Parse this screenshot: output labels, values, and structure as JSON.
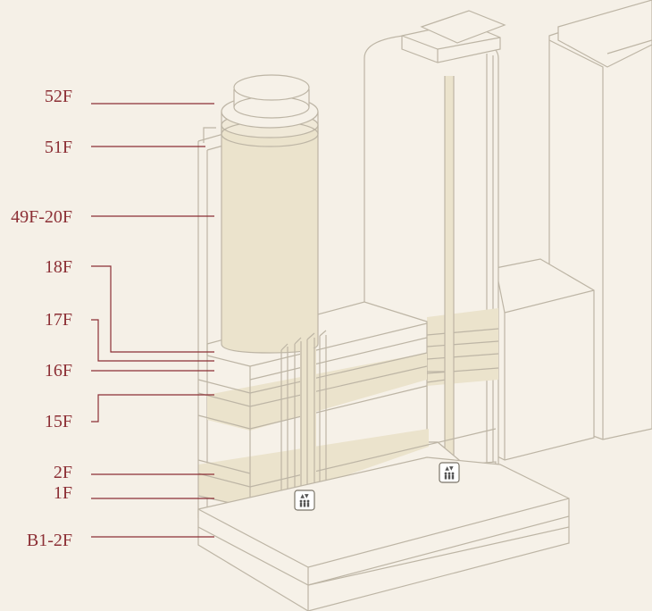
{
  "floors": [
    {
      "id": "52f",
      "label": "52F"
    },
    {
      "id": "51f",
      "label": "51F"
    },
    {
      "id": "49f-20f",
      "label": "49F-20F"
    },
    {
      "id": "18f",
      "label": "18F"
    },
    {
      "id": "17f",
      "label": "17F"
    },
    {
      "id": "16f",
      "label": "16F"
    },
    {
      "id": "15f",
      "label": "15F"
    },
    {
      "id": "2f",
      "label": "2F"
    },
    {
      "id": "1f",
      "label": "1F"
    },
    {
      "id": "b1-2f",
      "label": "B1-2F"
    }
  ],
  "colors": {
    "background": "#f5f0e7",
    "line": "#bdb5a5",
    "highlight": "#ebe3cc",
    "label": "#8c2f35"
  },
  "icons": [
    "elevator-icon",
    "elevator-icon"
  ]
}
